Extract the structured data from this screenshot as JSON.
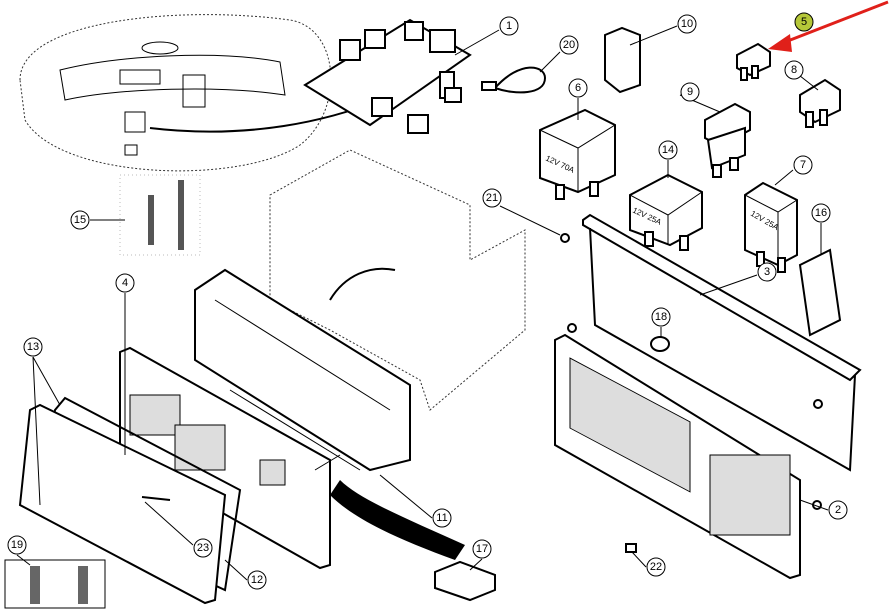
{
  "callouts": {
    "c1": "1",
    "c2": "2",
    "c3": "3",
    "c4": "4",
    "c5": "5",
    "c6": "6",
    "c7": "7",
    "c8": "8",
    "c9": "9",
    "c10": "10",
    "c11": "11",
    "c12": "12",
    "c13": "13",
    "c14": "14",
    "c15": "15",
    "c16": "16",
    "c17": "17",
    "c18": "18",
    "c19": "19",
    "c20": "20",
    "c21": "21",
    "c22": "22",
    "c23": "23"
  },
  "relays": {
    "r6": "12V 70A",
    "r14": "12V 25A",
    "r7": "12V 25A"
  },
  "colors": {
    "highlight_callout": "#b5c739",
    "arrow": "#e0201a"
  },
  "highlighted_part": "5"
}
